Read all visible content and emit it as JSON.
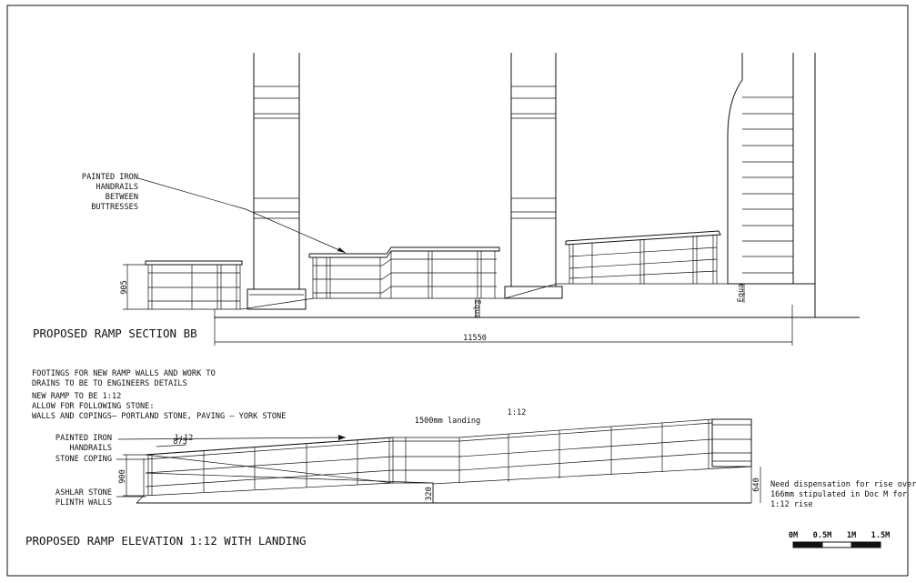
{
  "section": {
    "title": "PROPOSED RAMP SECTION BB",
    "callout": [
      "PAINTED IRON",
      "HANDRAILS",
      "BETWEEN",
      "BUTTRESSES"
    ],
    "dim_height": "905",
    "dim_length": "11550",
    "equal_mark_1": "Equa",
    "equal_mark_2": "Equa"
  },
  "notes": [
    "FOOTINGS FOR NEW RAMP WALLS AND WORK TO",
    "DRAINS TO BE TO ENGINEERS DETAILS",
    "NEW RAMP TO BE 1:12",
    "ALLOW FOR FOLLOWING STONE:",
    "WALLS AND COPINGS— PORTLAND STONE, PAVING — YORK STONE"
  ],
  "elevation": {
    "title": "PROPOSED RAMP ELEVATION 1:12 WITH LANDING",
    "landing_label": "1500mm landing",
    "slope_right": "1:12",
    "slope_left": "1:12",
    "dim_875": "875",
    "label_handrails": [
      "PAINTED IRON",
      "HANDRAILS"
    ],
    "label_coping": "STONE COPING",
    "label_plinth": [
      "ASHLAR STONE",
      "PLINTH WALLS"
    ],
    "dim_900": "900",
    "dim_320": "320",
    "dim_640": "640",
    "note_dispensation": [
      "Need dispensation for rise over",
      "166mm stipulated in Doc M  for",
      "1:12 rise"
    ]
  },
  "scale_bar": {
    "labels": [
      "0M",
      "0.5M",
      "1M",
      "1.5M"
    ]
  }
}
